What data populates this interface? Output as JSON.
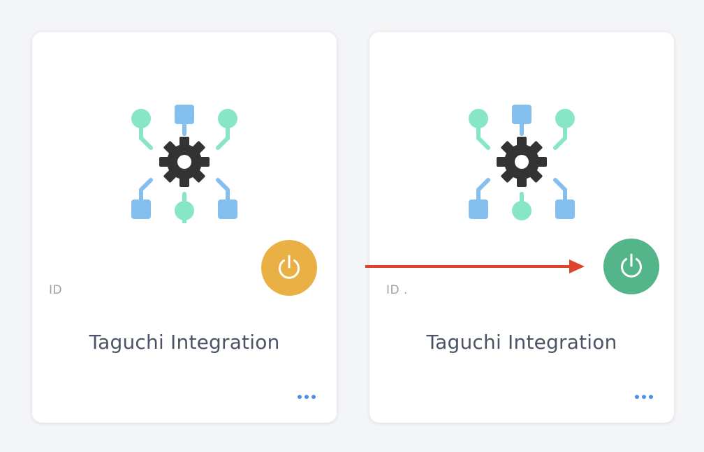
{
  "colors": {
    "page_background": "#f4f5f7",
    "card_background": "#ffffff",
    "title_text": "#4b5466",
    "id_text": "#9aa1ad",
    "graphic_gear": "#333333",
    "graphic_green": "#86e6c5",
    "graphic_blue": "#85bff0",
    "power_off": "#e9b045",
    "power_on": "#54b48a",
    "more_dots": "#4d8fe8",
    "arrow": "#e0432b"
  },
  "cards": [
    {
      "id_label": "ID",
      "title": "Taguchi Integration",
      "graphic_icon": "integration-gear-network-icon",
      "power_icon": "power-icon",
      "power_state": "off",
      "more_icon": "more-dots-icon"
    },
    {
      "id_label": "ID .",
      "title": "Taguchi Integration",
      "graphic_icon": "integration-gear-network-icon",
      "power_icon": "power-icon",
      "power_state": "on",
      "more_icon": "more-dots-icon"
    }
  ],
  "annotation": {
    "icon": "arrow-right-icon"
  }
}
